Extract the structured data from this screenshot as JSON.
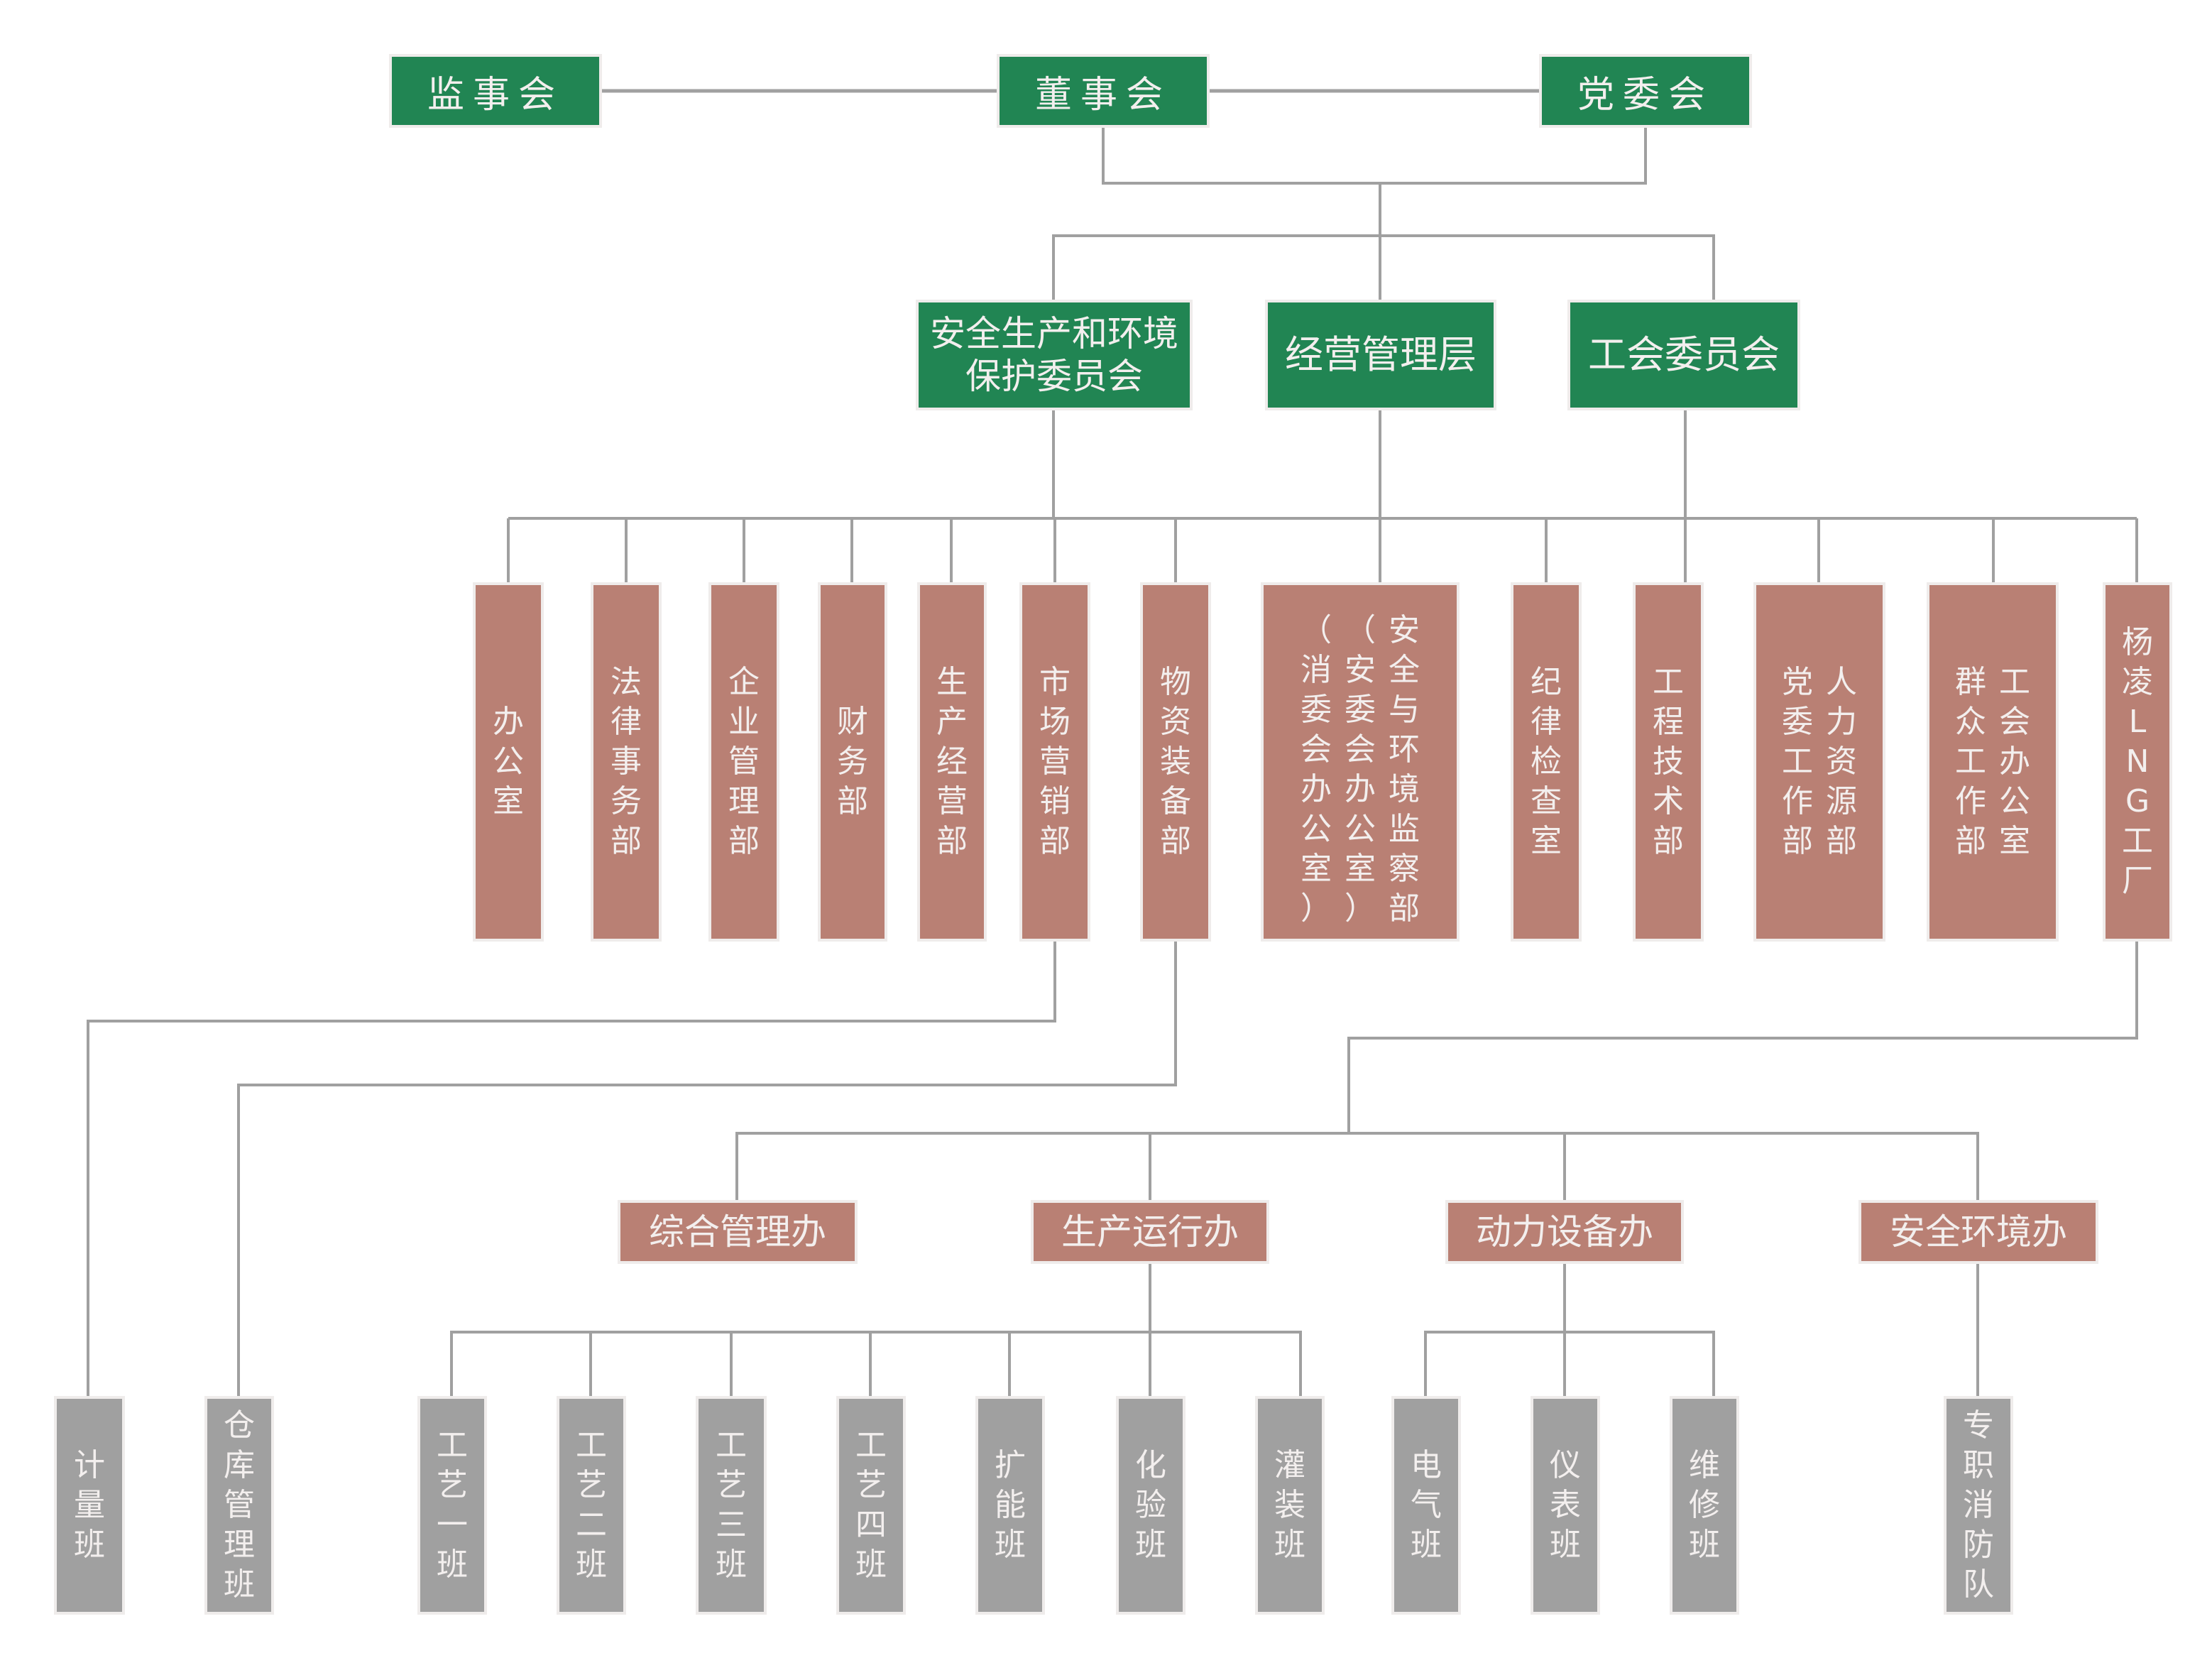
{
  "colors": {
    "board": "#218553",
    "department": "#b98074",
    "team": "#a0a0a0",
    "connector": "#a0a0a0",
    "box_border": "#efeceb",
    "text": "#f3efee"
  },
  "top": [
    {
      "id": "supervisory-board",
      "label": "监事会"
    },
    {
      "id": "board-of-directors",
      "label": "董事会"
    },
    {
      "id": "party-committee",
      "label": "党委会"
    }
  ],
  "committees": [
    {
      "id": "safety-env-committee",
      "label": "安全生产和环境\n保护委员会"
    },
    {
      "id": "management",
      "label": "经营管理层"
    },
    {
      "id": "trade-union-committee",
      "label": "工会委员会"
    }
  ],
  "departments": [
    {
      "id": "general-office",
      "columns": [
        "办公室"
      ]
    },
    {
      "id": "legal-affairs",
      "columns": [
        "法律事务部"
      ]
    },
    {
      "id": "enterprise-management",
      "columns": [
        "企业管理部"
      ]
    },
    {
      "id": "finance",
      "columns": [
        "财务部"
      ]
    },
    {
      "id": "production-operations",
      "columns": [
        "生产经营部"
      ]
    },
    {
      "id": "marketing",
      "columns": [
        "市场营销部"
      ]
    },
    {
      "id": "materials-equipment",
      "columns": [
        "物资装备部"
      ]
    },
    {
      "id": "safety-env-supervision",
      "columns": [
        "安全与环境监察部",
        "（安委会办公室）",
        "（消委会办公室）"
      ]
    },
    {
      "id": "discipline-inspection",
      "columns": [
        "纪律检查室"
      ]
    },
    {
      "id": "engineering-technology",
      "columns": [
        "工程技术部"
      ]
    },
    {
      "id": "hr-party-work",
      "columns": [
        "人力资源部",
        "党委工作部"
      ]
    },
    {
      "id": "union-office",
      "columns": [
        "工会办公室",
        "群众工作部"
      ]
    },
    {
      "id": "yangling-lng-plant",
      "columns": [
        "杨凌LNG工厂"
      ]
    }
  ],
  "offices": [
    {
      "id": "comprehensive-management",
      "label": "综合管理办"
    },
    {
      "id": "production-running",
      "label": "生产运行办"
    },
    {
      "id": "power-equipment",
      "label": "动力设备办"
    },
    {
      "id": "safety-environment",
      "label": "安全环境办"
    }
  ],
  "teams": [
    {
      "id": "metering",
      "label": "计量班",
      "parent": "市场营销部"
    },
    {
      "id": "warehouse",
      "label": "仓库管理班",
      "parent": "物资装备部"
    },
    {
      "id": "process-1",
      "label": "工艺一班",
      "parent": "生产运行办"
    },
    {
      "id": "process-2",
      "label": "工艺二班",
      "parent": "生产运行办"
    },
    {
      "id": "process-3",
      "label": "工艺三班",
      "parent": "生产运行办"
    },
    {
      "id": "process-4",
      "label": "工艺四班",
      "parent": "生产运行办"
    },
    {
      "id": "expansion",
      "label": "扩能班",
      "parent": "生产运行办"
    },
    {
      "id": "laboratory",
      "label": "化验班",
      "parent": "生产运行办"
    },
    {
      "id": "filling",
      "label": "灌装班",
      "parent": "生产运行办"
    },
    {
      "id": "electrical",
      "label": "电气班",
      "parent": "动力设备办"
    },
    {
      "id": "instrument",
      "label": "仪表班",
      "parent": "动力设备办"
    },
    {
      "id": "maintenance",
      "label": "维修班",
      "parent": "动力设备办"
    },
    {
      "id": "fire-brigade",
      "label": "专职消防队",
      "parent": "安全环境办"
    }
  ]
}
